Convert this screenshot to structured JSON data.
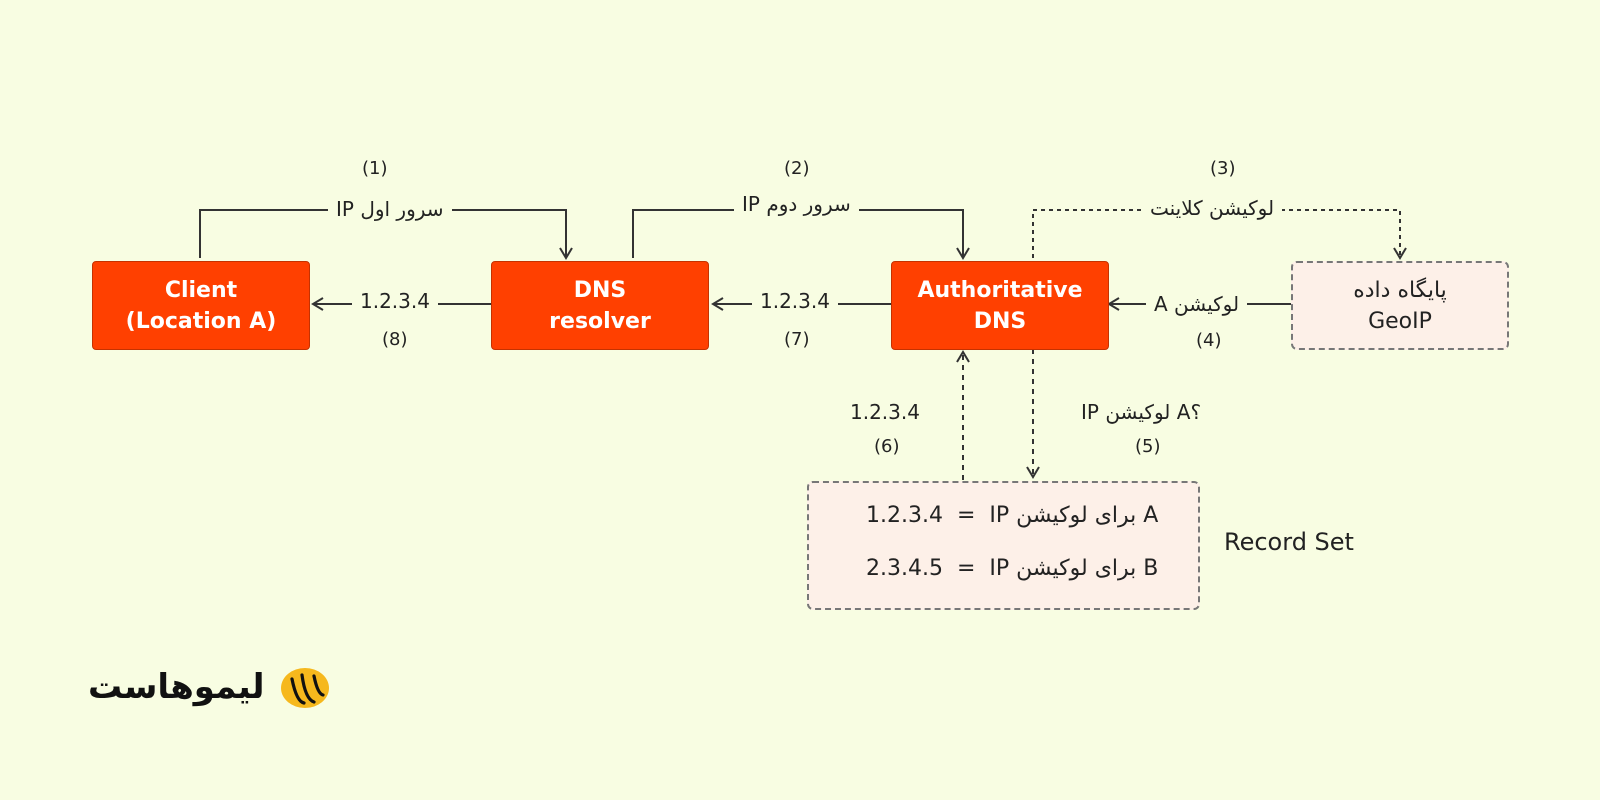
{
  "boxes": {
    "client": {
      "line1": "Client",
      "line2": "(Location A)"
    },
    "resolver": {
      "line1": "DNS",
      "line2": "resolver"
    },
    "authoritative": {
      "line1": "Authoritative",
      "line2": "DNS"
    },
    "geoip": {
      "line1": "پایگاه داده",
      "line2": "GeoIP"
    }
  },
  "steps": {
    "s1": {
      "num": "(1)",
      "text": "IP سرور اول"
    },
    "s2": {
      "num": "(2)",
      "text": "IP سرور دوم"
    },
    "s3": {
      "num": "(3)",
      "text": "لوکیشن کلاینت"
    },
    "s4": {
      "num": "(4)",
      "text": "لوکیشن A"
    },
    "s5": {
      "num": "(5)",
      "text": "IP لوکیشن A؟"
    },
    "s6": {
      "num": "(6)",
      "text": "1.2.3.4"
    },
    "s7": {
      "num": "(7)",
      "text": "1.2.3.4"
    },
    "s8": {
      "num": "(8)",
      "text": "1.2.3.4"
    }
  },
  "record_set": {
    "label": "Record Set",
    "rows": [
      {
        "ip": "1.2.3.4",
        "desc": "IP برای لوکیشن A"
      },
      {
        "ip": "2.3.4.5",
        "desc": "IP برای لوکیشن B"
      }
    ]
  },
  "logo": {
    "text": "لیموهاست"
  },
  "colors": {
    "background": "#f8fde2",
    "box": "#ff4000",
    "dashed_box": "#fdf0e8",
    "line": "#333333"
  }
}
